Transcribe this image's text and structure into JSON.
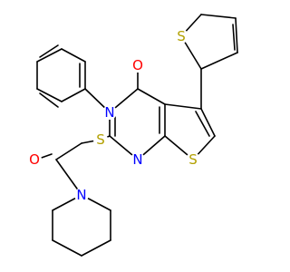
{
  "molecule": {
    "atom_labels": {
      "o_ketone": "O",
      "n3": "N",
      "n1": "N",
      "s_ring": "S",
      "s_thiophene": "S",
      "s_thioether": "S",
      "o_amide": "O",
      "n_piperidine": "N"
    },
    "colors": {
      "bond": "#000000",
      "oxygen": "#ff0000",
      "nitrogen": "#0000ff",
      "sulfur": "#b2a000"
    }
  }
}
